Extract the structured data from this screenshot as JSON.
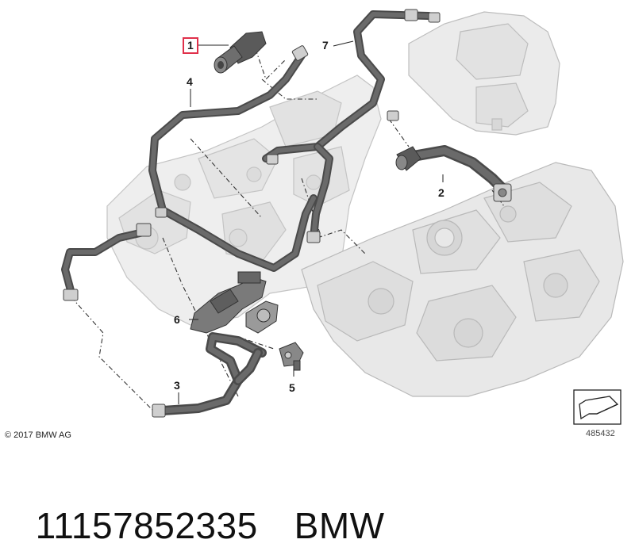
{
  "diagram": {
    "callouts": [
      {
        "label": "1",
        "selected": true
      },
      {
        "label": "2",
        "selected": false
      },
      {
        "label": "3",
        "selected": false
      },
      {
        "label": "4",
        "selected": false
      },
      {
        "label": "5",
        "selected": false
      },
      {
        "label": "6",
        "selected": false
      },
      {
        "label": "7",
        "selected": false
      }
    ],
    "copyright": "© 2017 BMW AG",
    "diagram_number": "485432",
    "highlight_color": "#e0304a",
    "hose_color": "#4a4a4a",
    "engine_color": "#e6e6e6"
  },
  "footer": {
    "part_number": "11157852335",
    "brand": "BMW"
  }
}
